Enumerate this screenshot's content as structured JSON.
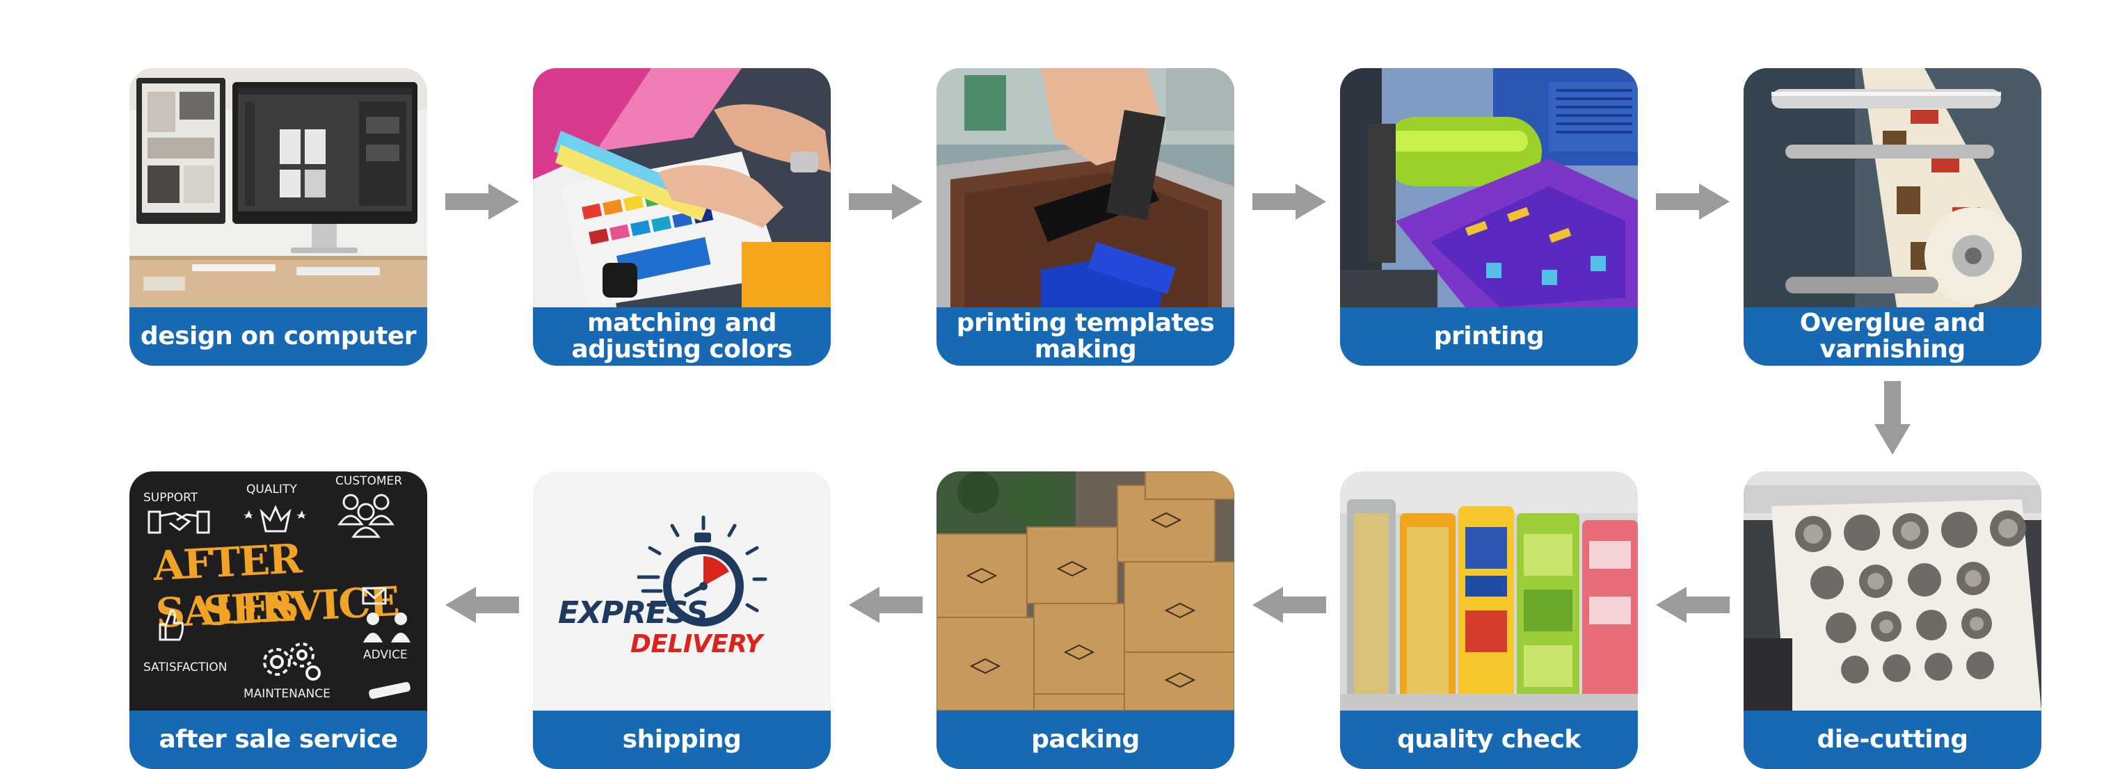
{
  "steps": [
    {
      "label": "design on computer"
    },
    {
      "label": "matching and\nadjusting colors"
    },
    {
      "label": "printing templates\nmaking"
    },
    {
      "label": "printing"
    },
    {
      "label": "Overglue and\nvarnishing"
    },
    {
      "label": "die-cutting"
    },
    {
      "label": "quality check"
    },
    {
      "label": "packing"
    },
    {
      "label": "shipping"
    },
    {
      "label": "after sale service"
    }
  ],
  "express_logo": {
    "line1": "EXPRESS",
    "line2": "DELIVERY"
  },
  "after_sales_board": {
    "title_line1": "AFTER SALES",
    "title_line2": "SERVICE",
    "tags": [
      "SUPPORT",
      "QUALITY",
      "CUSTOMER",
      "SATISFACTION",
      "ADVICE",
      "MAINTENANCE"
    ]
  },
  "colors": {
    "label_bar": "#1769b4",
    "arrow": "#9b9b9b",
    "express_navy": "#1e3a5f",
    "delivery_red": "#d9251c"
  }
}
